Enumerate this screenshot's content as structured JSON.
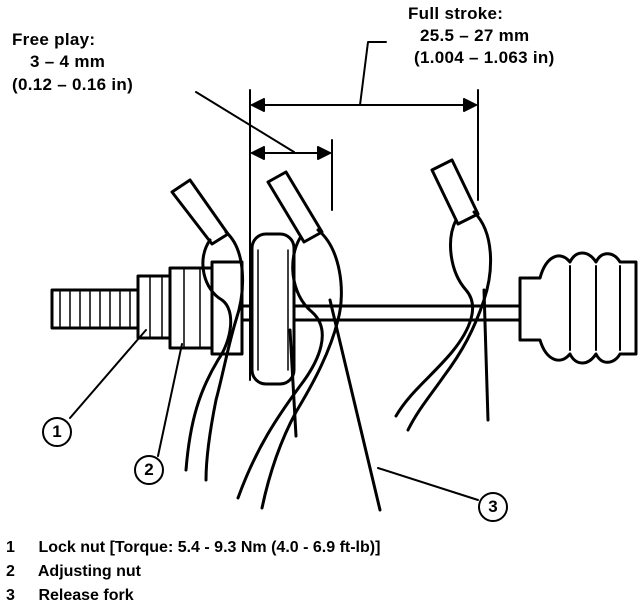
{
  "annotations": {
    "free_play": {
      "title": "Free play:",
      "value": "3 – 4 mm",
      "imperial": "(0.12 – 0.16 in)"
    },
    "full_stroke": {
      "title": "Full stroke:",
      "value": "25.5 – 27 mm",
      "imperial": "(1.004 – 1.063 in)"
    }
  },
  "callouts": [
    "1",
    "2",
    "3"
  ],
  "legend": [
    {
      "num": "1",
      "text": "Lock nut",
      "note": "[Torque: 5.4 - 9.3 Nm (4.0 - 6.9 ft-lb)]"
    },
    {
      "num": "2",
      "text": "Adjusting nut",
      "note": ""
    },
    {
      "num": "3",
      "text": "Release fork",
      "note": ""
    }
  ]
}
